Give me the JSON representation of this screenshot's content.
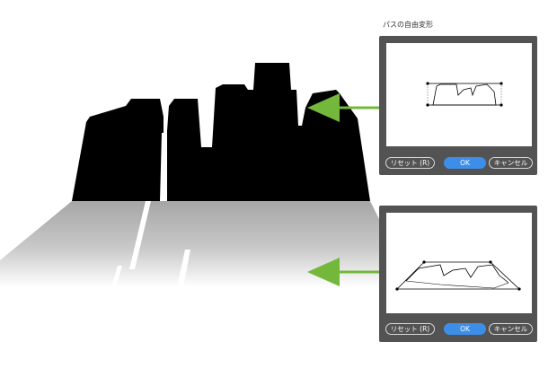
{
  "dialog_title": "パスの自由変形",
  "dialogs": {
    "top": {
      "reset_label": "リセット (R)",
      "ok_label": "OK",
      "cancel_label": "キャンセル"
    },
    "bottom": {
      "reset_label": "リセット (R)",
      "ok_label": "OK",
      "cancel_label": "キャンセル"
    }
  },
  "colors": {
    "arrow": "#73b83b",
    "dialog_bg": "#535353",
    "primary_button": "#3d8ee8",
    "silhouette": "#000000",
    "road": "#a9a9a9"
  }
}
